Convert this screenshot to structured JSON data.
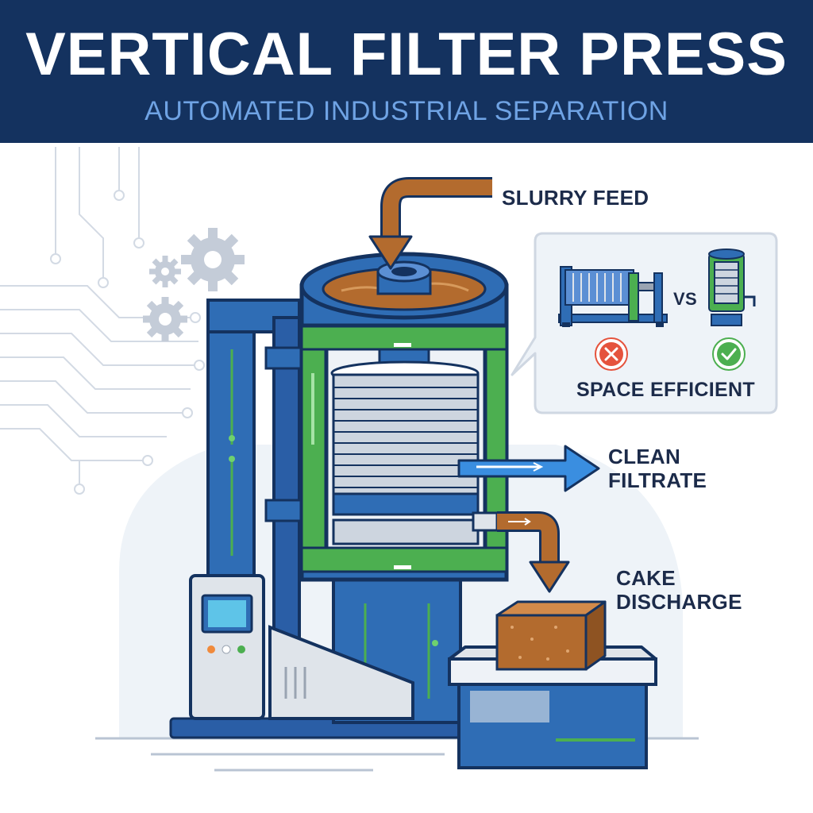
{
  "header": {
    "title": "VERTICAL FILTER PRESS",
    "subtitle": "AUTOMATED INDUSTRIAL SEPARATION"
  },
  "labels": {
    "slurry_feed": "SLURRY FEED",
    "clean_filtrate_line1": "CLEAN",
    "clean_filtrate_line2": "FILTRATE",
    "cake_discharge_line1": "CAKE",
    "cake_discharge_line2": "DISCHARGE"
  },
  "comparison": {
    "vs": "VS",
    "caption": "SPACE EFFICIENT",
    "horizontal_mark": "x-circle-icon",
    "vertical_mark": "check-circle-icon"
  },
  "colors": {
    "navy": "#14325f",
    "blue": "#2f6db5",
    "green": "#4caf50",
    "brown": "#b36b2e",
    "red": "#e5533d"
  }
}
